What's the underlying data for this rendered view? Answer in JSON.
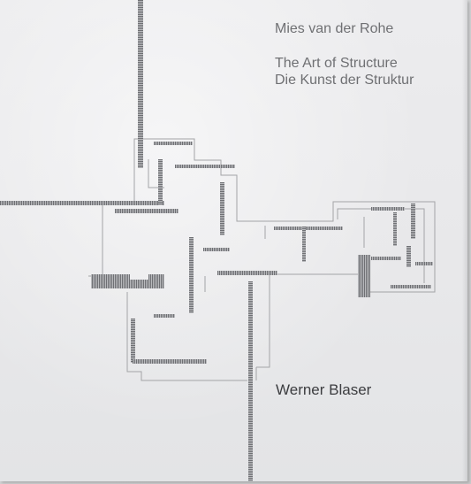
{
  "cover": {
    "author": "Mies van der Rohe",
    "title_en": "The Art of Structure",
    "title_de": "Die Kunst der Struktur",
    "writer": "Werner Blaser"
  },
  "colors": {
    "background": "#e8e8ea",
    "text": "#6f7073",
    "writer_text": "#3c3d40",
    "wall": "#808184",
    "line": "#a9aaad"
  },
  "illustration": {
    "subject": "floor-plan-drawing"
  }
}
